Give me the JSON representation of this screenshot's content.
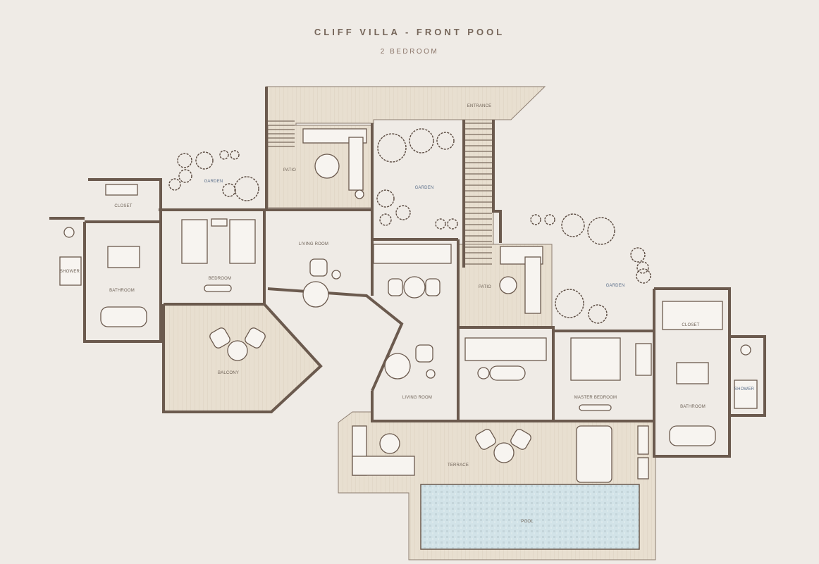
{
  "header": {
    "title": "CLIFF VILLA - FRONT POOL",
    "subtitle": "2 BEDROOM"
  },
  "rooms": {
    "entrance": "ENTRANCE",
    "patio_top": "PATIO",
    "garden_left": "GARDEN",
    "garden_center": "GARDEN",
    "closet_left": "CLOSET",
    "living_room_top": "LIVING ROOM",
    "bedroom": "BEDROOM",
    "shower_left": "SHOWER",
    "bathroom_left": "BATHROOM",
    "patio_right": "PATIO",
    "garden_right": "GARDEN",
    "closet_right": "CLOSET",
    "balcony": "BALCONY",
    "living_room_bottom": "LIVING ROOM",
    "master_bedroom": "MASTER BEDROOM",
    "shower_right": "SHOWER",
    "bathroom_right": "BATHROOM",
    "terrace": "TERRACE",
    "pool": "POOL"
  },
  "colors": {
    "background": "#efebe6",
    "wall": "#6b5a4e",
    "deck": "#e8dfd0",
    "pool": "#d2e3e8"
  }
}
